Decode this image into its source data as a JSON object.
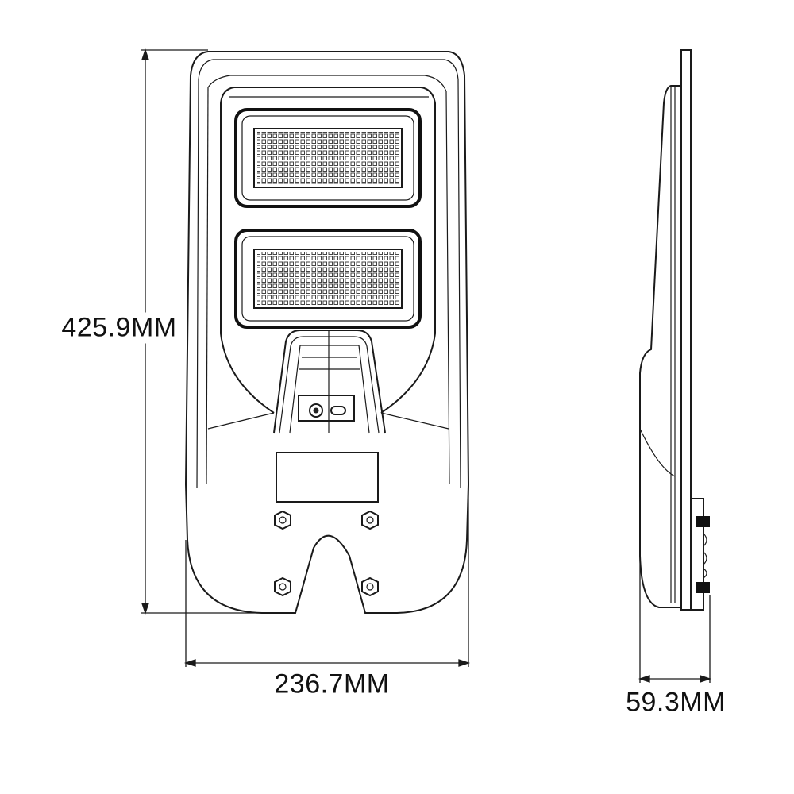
{
  "drawing": {
    "height_label": "425.9MM",
    "width_label": "236.7MM",
    "depth_label": "59.3MM"
  },
  "colors": {
    "line": "#1a1a1a",
    "background": "#ffffff"
  }
}
